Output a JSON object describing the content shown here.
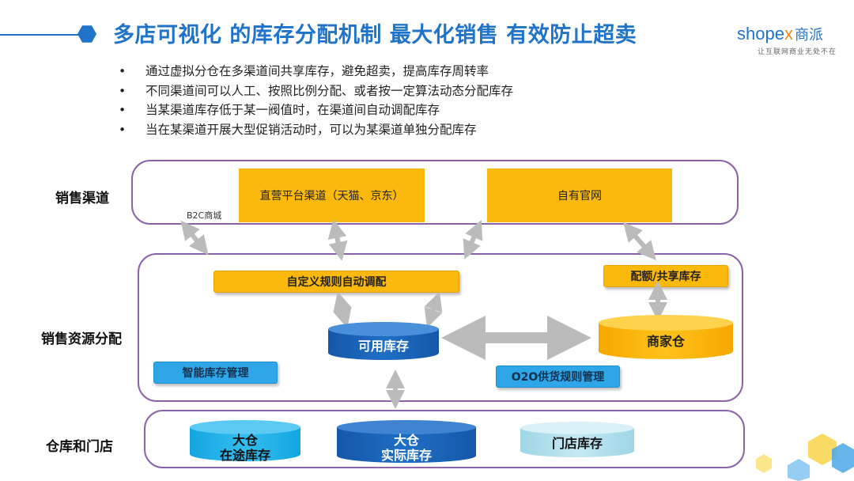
{
  "header": {
    "title": "多店可视化 的库存分配机制  最大化销售 有效防止超卖",
    "logo_text": "shope",
    "logo_x": "x",
    "logo_cn": "商派",
    "slogan": "让互联网商业无处不在"
  },
  "bullets": [
    "通过虚拟分仓在多渠道间共享库存，避免超卖，提高库存周转率",
    "不同渠道间可以人工、按照比例分配、或者按一定算法动态分配库存",
    "当某渠道库存低于某一阀值时，在渠道间自动调配库存",
    "当在某渠道开展大型促销活动时，可以为某渠道单独分配库存"
  ],
  "rows": {
    "sales_channel": {
      "label": "销售渠道",
      "b2c": "B2C商城",
      "direct": "直营平台渠道（天猫、京东）",
      "official": "自有官网"
    },
    "resource": {
      "label": "销售资源分配",
      "custom_rule": "自定义规则自动调配",
      "quota": "配额/共享库存",
      "available": "可用库存",
      "merchant": "商家仓",
      "smart": "智能库存管理",
      "o2o": "O2O供货规则管理"
    },
    "warehouse": {
      "label": "仓库和门店",
      "transit_1": "大仓",
      "transit_2": "在途库存",
      "actual_1": "大仓",
      "actual_2": "实际库存",
      "store": "门店库存"
    }
  },
  "colors": {
    "title_blue": "#1f73c9",
    "panel_border": "#8a63a8",
    "yellow": "#fbb90e",
    "blue_light": "#2ea6e8",
    "blue_dark": "#1a5fb4",
    "arrow_gray": "#bbbbbb"
  }
}
